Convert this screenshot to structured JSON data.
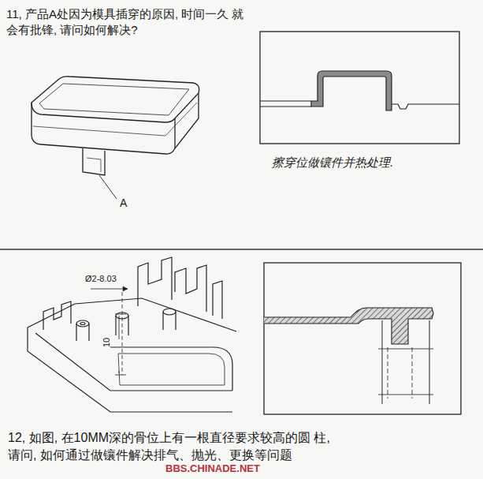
{
  "diagram": {
    "labels": [
      "11, 产品A处因为模具插穿的原因, 时间一久 就会有批锋, 请问如何解决?",
      "A",
      "擦穿位做镶件并热处理.",
      "Ø2-8.03",
      "10",
      "12, 如图, 在10MM深的骨位上有一根直径要求较高的圆 柱, 请问, 如何通过做镶件解决排气、抛光、更换等问题",
      "BBS.CHINADE.NET"
    ]
  }
}
